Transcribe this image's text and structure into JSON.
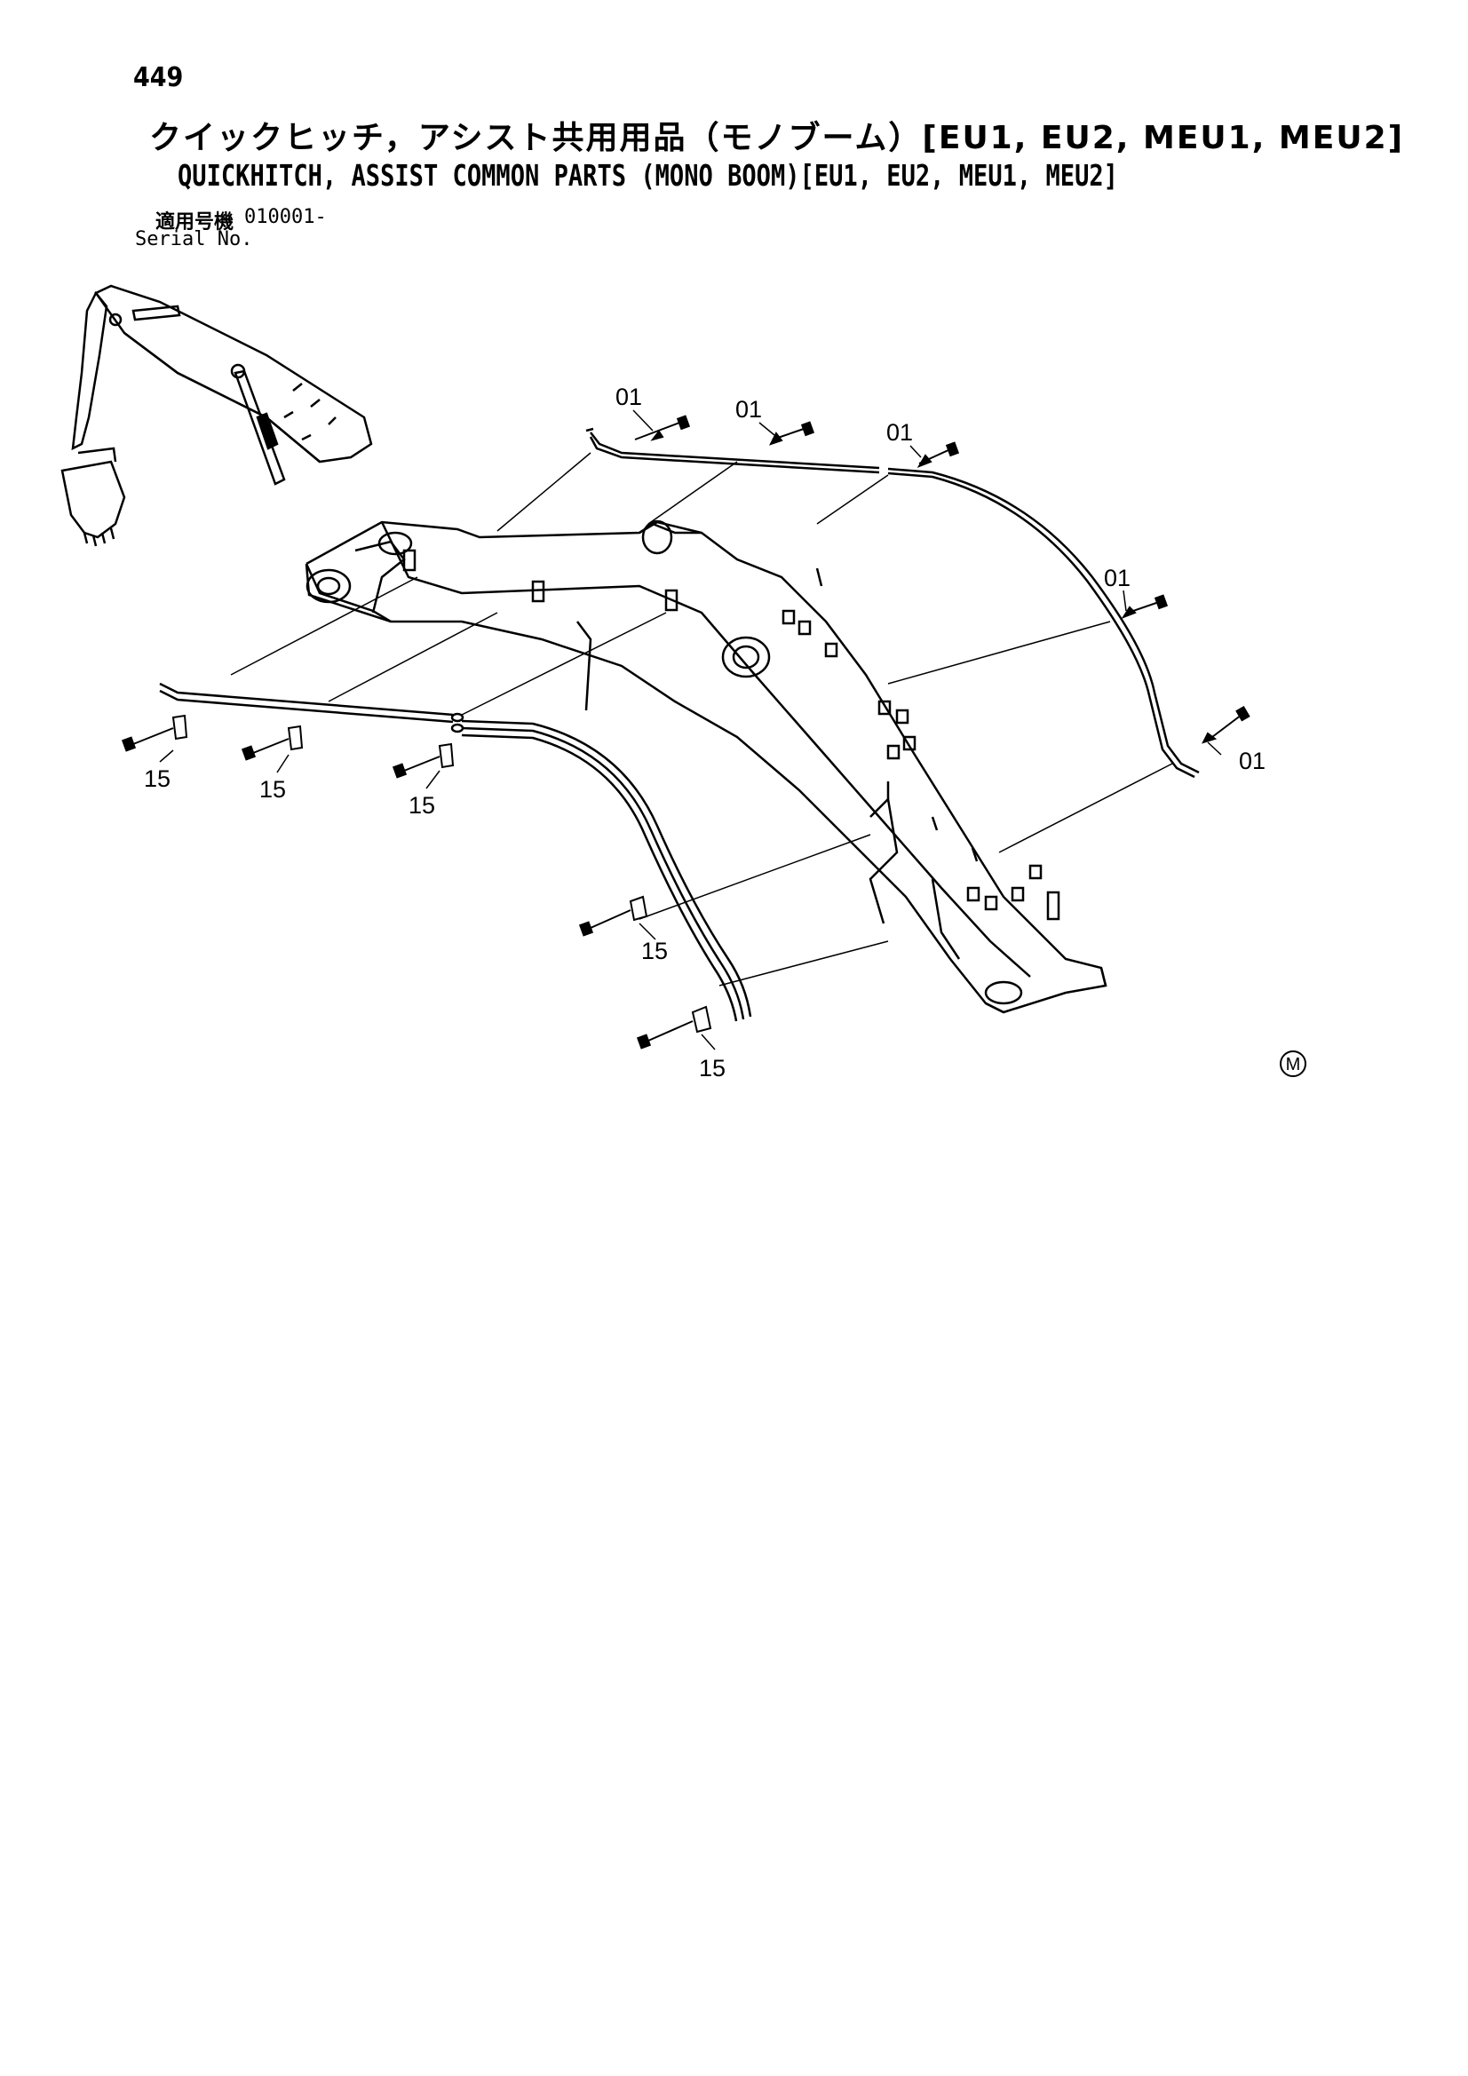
{
  "header": {
    "page_number": "449",
    "title_jp": "クイックヒッチ，アシスト共用用品（モノブーム）[EU1, EU2, MEU1, MEU2]",
    "title_en": "QUICKHITCH, ASSIST COMMON PARTS (MONO BOOM)[EU1, EU2, MEU1, MEU2]",
    "serial_label_jp": "適用号機",
    "serial_value": "010001-",
    "serial_label_en": "Serial No."
  },
  "callouts": {
    "c1": "01",
    "c2": "01",
    "c3": "01",
    "c4": "01",
    "c5": "01",
    "c6": "15",
    "c7": "15",
    "c8": "15",
    "c9": "15",
    "c10": "15"
  },
  "corner_mark": "M"
}
